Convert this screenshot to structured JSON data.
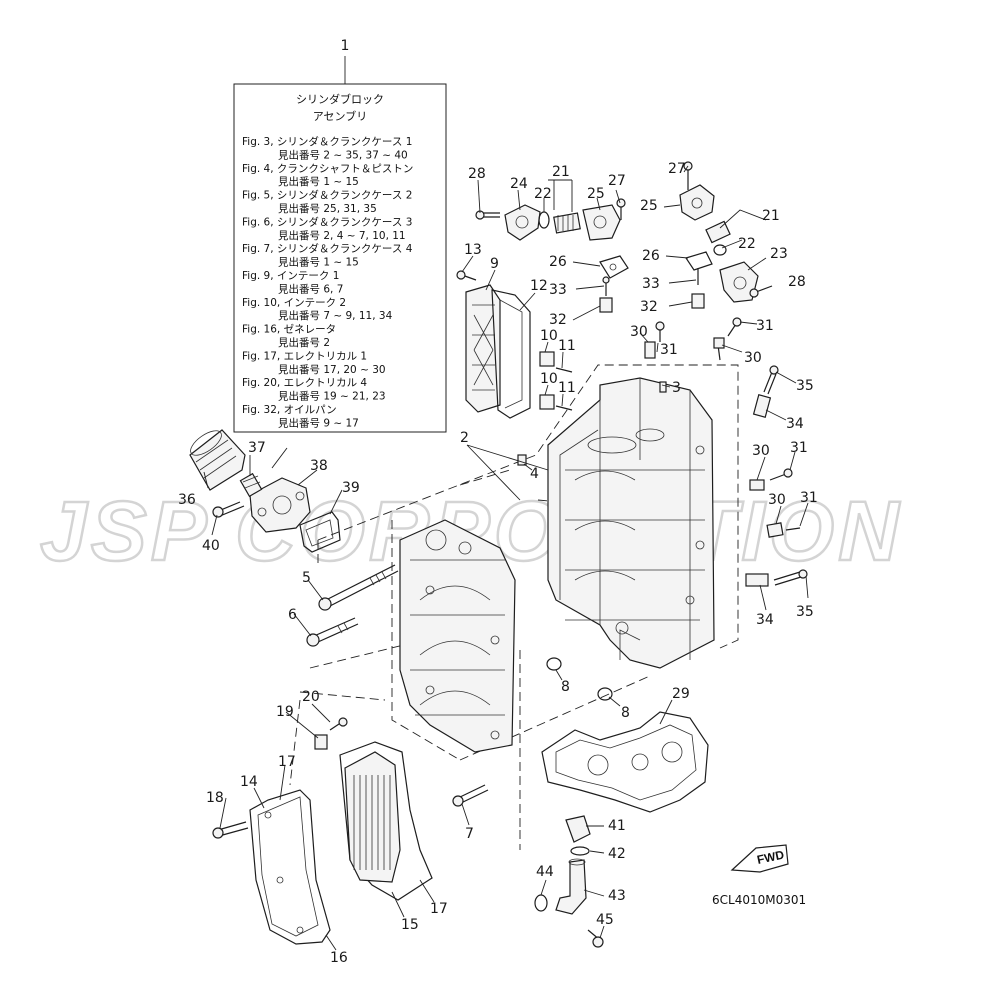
{
  "watermark": "JSP CORPORATION",
  "diagram_code": "6CL4010M0301",
  "fwd_label": "FWD",
  "legend": {
    "number": "1",
    "title_line1": "シリンダブロック",
    "title_line2": "アセンブリ",
    "lines": [
      "Fig. 3, シリンダ＆クランクケース 1",
      "見出番号 2 ~ 35, 37 ~ 40",
      "Fig. 4, クランクシャフト＆ピストン",
      "見出番号 1 ~ 15",
      "Fig. 5, シリンダ＆クランクケース 2",
      "見出番号 25, 31, 35",
      "Fig. 6, シリンダ＆クランクケース 3",
      "見出番号 2, 4 ~ 7, 10, 11",
      "Fig. 7, シリンダ＆クランクケース 4",
      "見出番号 1 ~ 15",
      "Fig. 9, インテーク 1",
      "見出番号 6, 7",
      "Fig. 10, インテーク 2",
      "見出番号 7 ~ 9, 11, 34",
      "Fig. 16, ゼネレータ",
      "見出番号 2",
      "Fig. 17, エレクトリカル 1",
      "見出番号 17, 20 ~ 30",
      "Fig. 20, エレクトリカル 4",
      "見出番号 19 ~ 21, 23",
      "Fig. 32, オイルパン",
      "見出番号 9 ~ 17"
    ]
  },
  "callouts": {
    "c2": "2",
    "c3": "3",
    "c4": "4",
    "c5": "5",
    "c6": "6",
    "c7": "7",
    "c8a": "8",
    "c8b": "8",
    "c9": "9",
    "c10a": "10",
    "c10b": "10",
    "c11a": "11",
    "c11b": "11",
    "c12": "12",
    "c13": "13",
    "c14": "14",
    "c15": "15",
    "c16": "16",
    "c17a": "17",
    "c17b": "17",
    "c18": "18",
    "c19": "19",
    "c20": "20",
    "c21a": "21",
    "c21b": "21",
    "c22a": "22",
    "c22b": "22",
    "c23": "23",
    "c24": "24",
    "c25a": "25",
    "c25b": "25",
    "c26a": "26",
    "c26b": "26",
    "c27a": "27",
    "c27b": "27",
    "c28a": "28",
    "c28b": "28",
    "c29": "29",
    "c30a": "30",
    "c30b": "30",
    "c30c": "30",
    "c30d": "30",
    "c31a": "31",
    "c31b": "31",
    "c31c": "31",
    "c31d": "31",
    "c32a": "32",
    "c32b": "32",
    "c33a": "33",
    "c33b": "33",
    "c34a": "34",
    "c34b": "34",
    "c35a": "35",
    "c35b": "35",
    "c36": "36",
    "c37": "37",
    "c38": "38",
    "c39": "39",
    "c40": "40",
    "c41": "41",
    "c42": "42",
    "c43": "43",
    "c44": "44",
    "c45": "45"
  }
}
